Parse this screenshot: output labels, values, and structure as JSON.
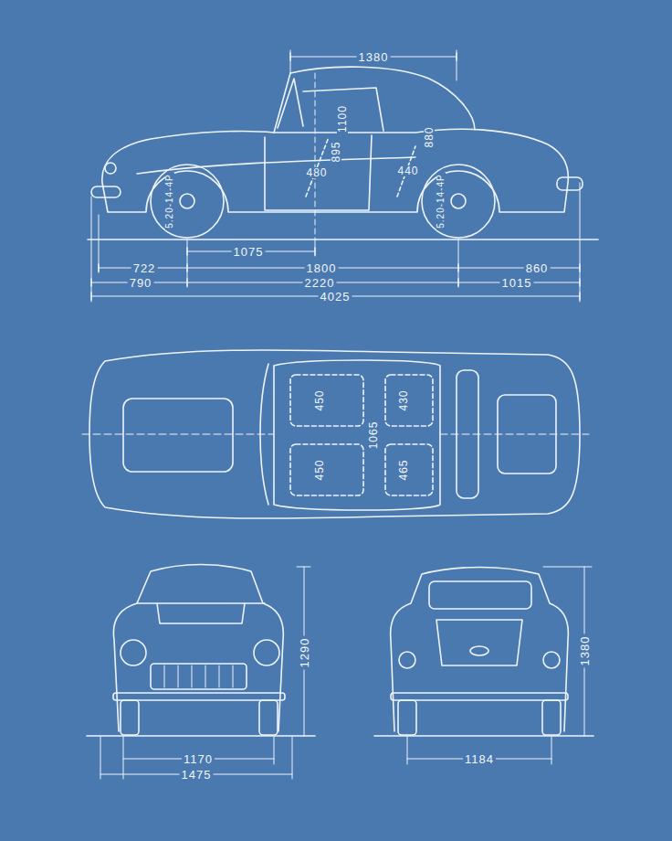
{
  "diagram": {
    "labels": [
      "1380",
      "1100",
      "880",
      "895",
      "480",
      "440",
      "5.20-14-4P",
      "5.20-14-4P",
      "1075",
      "722",
      "1800",
      "860",
      "790",
      "2220",
      "1015",
      "4025",
      "450",
      "430",
      "1065",
      "465",
      "450",
      "1290",
      "1380",
      "1170",
      "1184",
      "1475"
    ]
  }
}
